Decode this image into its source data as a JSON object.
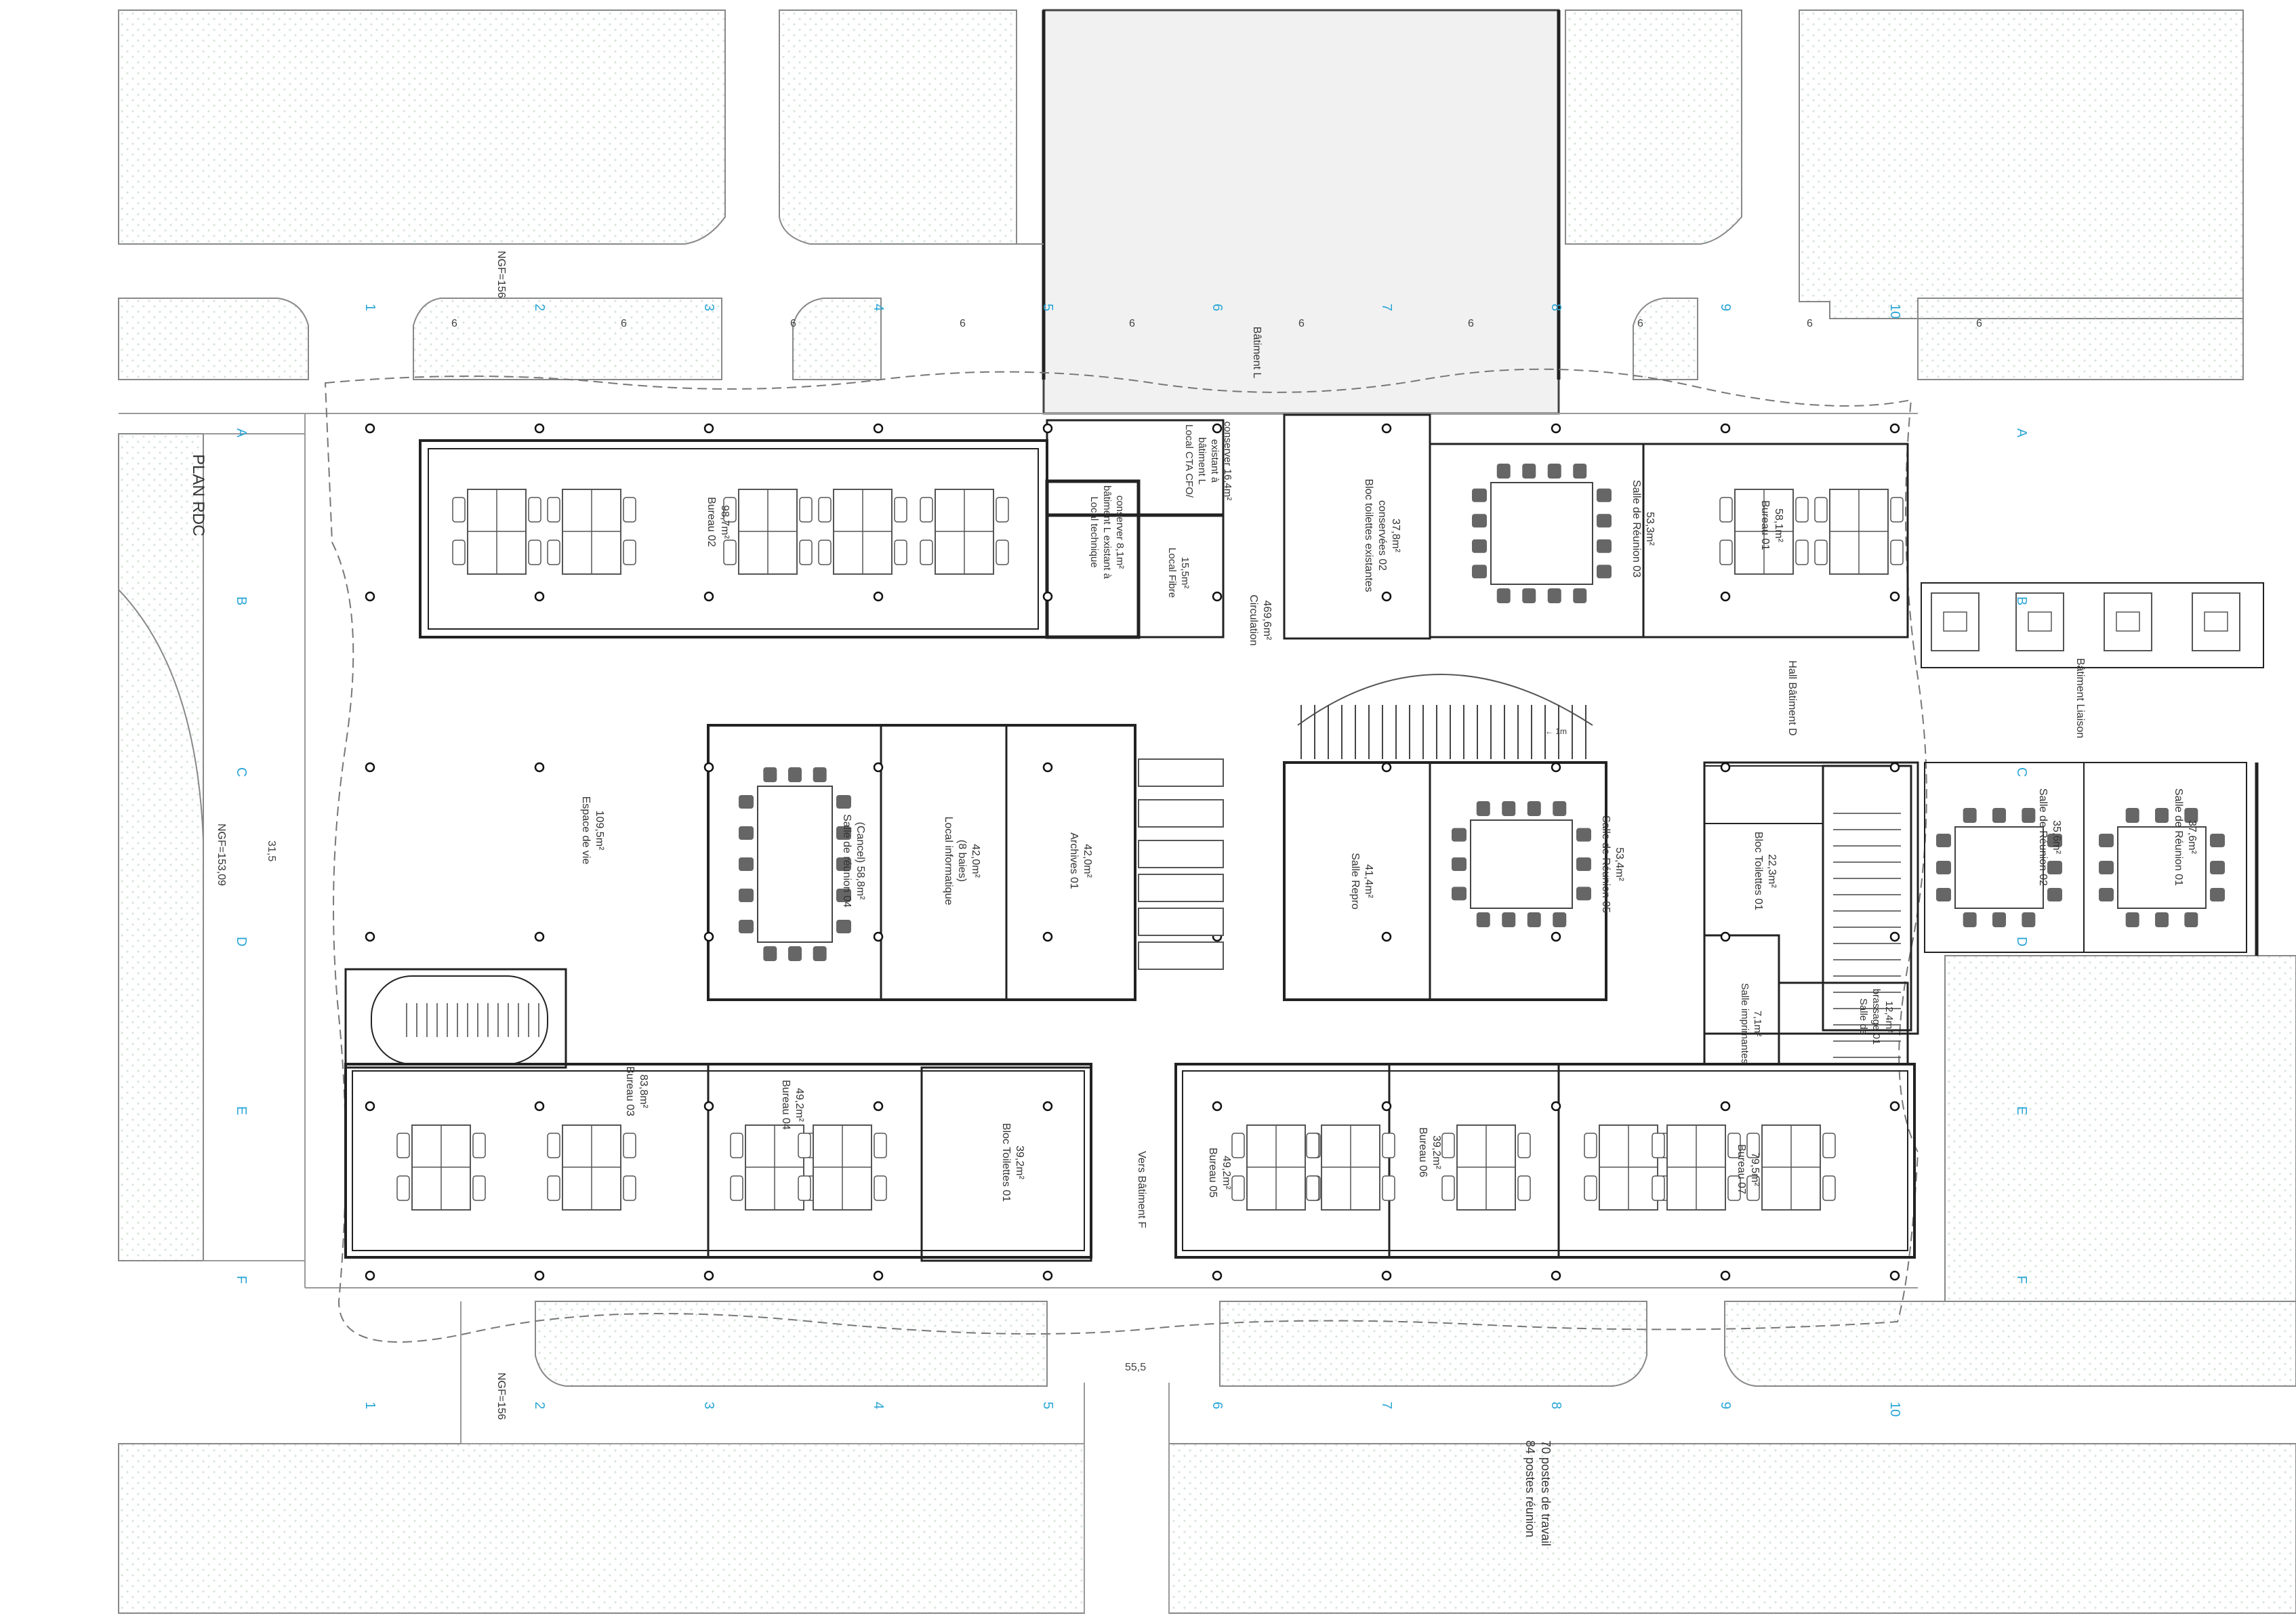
{
  "plan": {
    "title": "PLAN RDC",
    "ngf_top": "NGF=156",
    "ngf_left": "NGF=153,09",
    "ngf_bottom": "NGF=156",
    "dim_left": "31,5",
    "dim_bottom": "55,5",
    "bay_dim": "6",
    "summary_line1": "70 postes de travail",
    "summary_line2": "84 postes réunion"
  },
  "grid_columns": [
    "1",
    "2",
    "3",
    "4",
    "5",
    "6",
    "7",
    "8",
    "9",
    "10"
  ],
  "grid_rows": [
    "A",
    "B",
    "C",
    "D",
    "E",
    "F"
  ],
  "rooms": {
    "batiment_l": "Bâtiment L",
    "batiment_liaison": "Bâtiment Liaison",
    "hall_d": "Hall Bâtiment D",
    "vers_f": "Vers Bâtiment F",
    "circulation": [
      "Circulation",
      "469,6m²"
    ],
    "espace_vie": [
      "Espace de vie",
      "109,5m²"
    ],
    "bureau02": [
      "Bureau 02",
      "98,7m²"
    ],
    "local_cta": [
      "Local CTA CFO/",
      "bâtiment L",
      "existant à",
      "conserver 16,4m²"
    ],
    "local_tech": [
      "Local technique",
      "bâtiment L existant à",
      "conserver 8,1m²"
    ],
    "local_fibre": [
      "Local Fibre",
      "15,5m²"
    ],
    "bloc_toilettes_02": [
      "Bloc toilettes existantes",
      "conservées 02",
      "37,8m²"
    ],
    "reunion03": [
      "Salle de Réunion 03",
      "53,3m²"
    ],
    "bureau01": [
      "Bureau 01",
      "58,1m²"
    ],
    "reunion04": [
      "Salle de réunion 04",
      "(Cancel) 58,8m²"
    ],
    "local_info": [
      "Local informatique",
      "(8 baies)",
      "42,0m²"
    ],
    "archives01": [
      "Archives 01",
      "42,0m²"
    ],
    "salle_repro": [
      "Salle Repro",
      "41,4m²"
    ],
    "reunion05": [
      "Salle de Réunion 05",
      "53,4m²"
    ],
    "bloc_toilettes_01_d": [
      "Bloc Toilettes 01",
      "22,3m²"
    ],
    "brassage": [
      "Salle de",
      "brassage 01",
      "12,4m²"
    ],
    "imprimantes": [
      "Salle imprimantes",
      "7,1m²"
    ],
    "reunion02": [
      "Salle de Réunion 02",
      "35,6m²"
    ],
    "reunion01": [
      "Salle de Réunion 01",
      "37,6m²"
    ],
    "bureau03": [
      "Bureau 03",
      "83,8m²"
    ],
    "bureau04": [
      "Bureau 04",
      "49,2m²"
    ],
    "bloc_toilettes_01": [
      "Bloc Toilettes 01",
      "39,2m²"
    ],
    "bureau05": [
      "Bureau 05",
      "49,2m²"
    ],
    "bureau06": [
      "Bureau 06",
      "39,2m²"
    ],
    "bureau07": [
      "Bureau 07",
      "79,5m²"
    ],
    "stairs_top": "← 1m"
  }
}
